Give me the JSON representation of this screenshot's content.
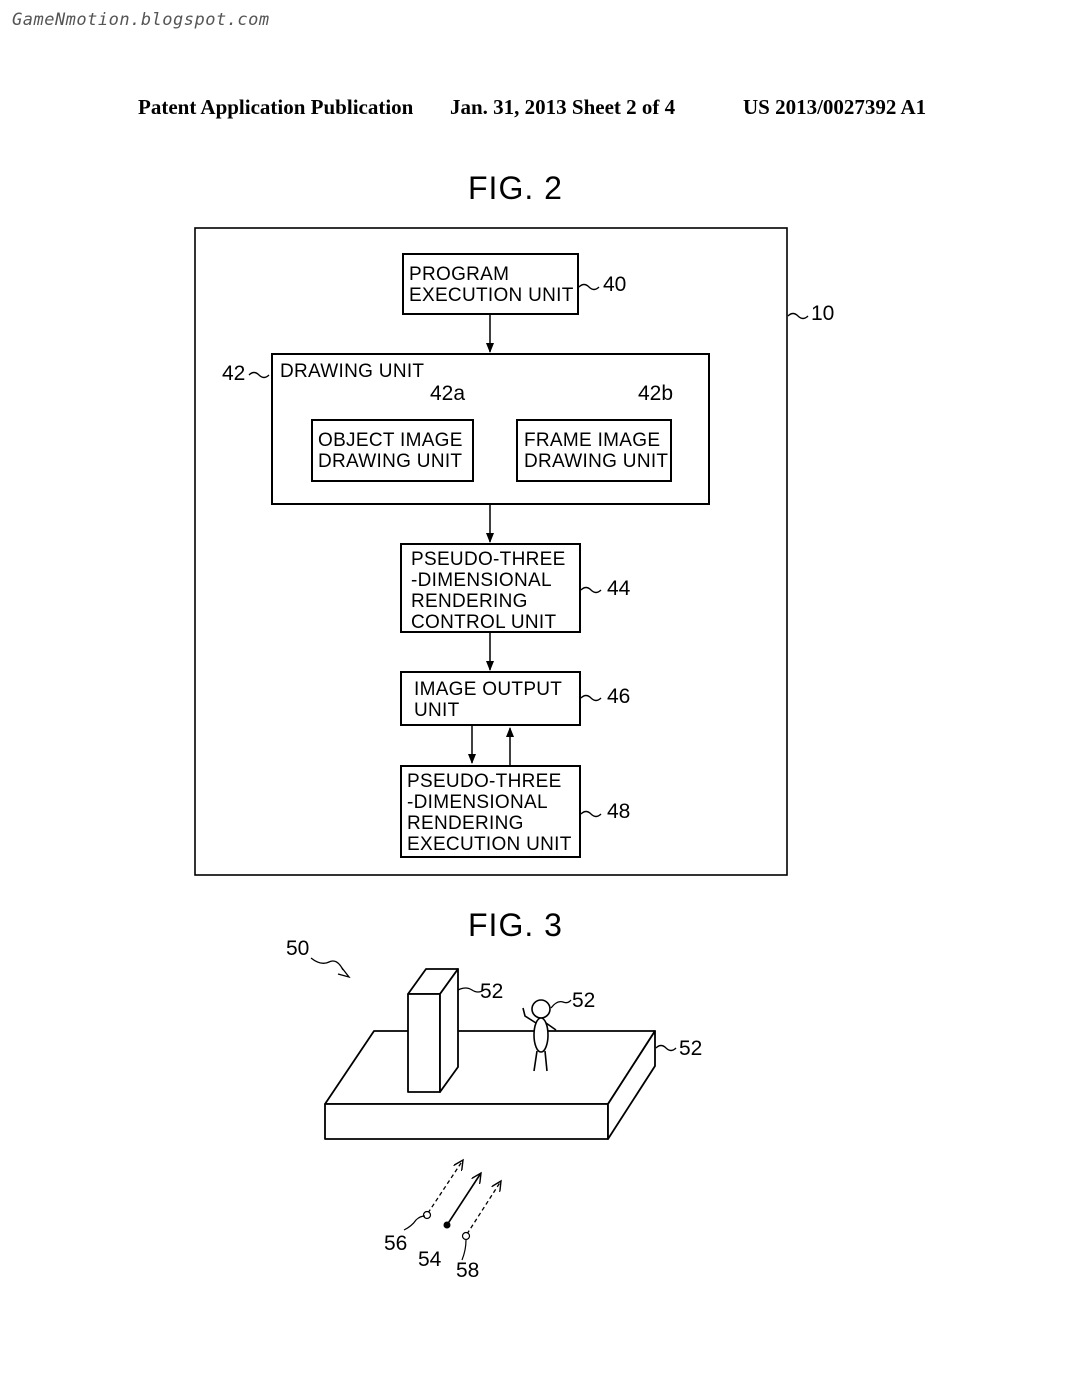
{
  "watermark": "GameNmotion.blogspot.com",
  "header": {
    "left": "Patent Application Publication",
    "middle": "Jan. 31, 2013   Sheet 2 of 4",
    "right": "US 2013/0027392 A1"
  },
  "fig2": {
    "title": "FIG. 2",
    "outer_ref": "10",
    "blocks": {
      "program_execution": {
        "label": "PROGRAM\nEXECUTION UNIT",
        "ref": "40"
      },
      "drawing": {
        "label": "DRAWING UNIT",
        "ref": "42"
      },
      "object_image": {
        "label": "OBJECT IMAGE\nDRAWING UNIT",
        "ref": "42a"
      },
      "frame_image": {
        "label": "FRAME IMAGE\nDRAWING UNIT",
        "ref": "42b"
      },
      "rendering_control": {
        "label": "PSEUDO-THREE\n-DIMENSIONAL\nRENDERING\nCONTROL UNIT",
        "ref": "44"
      },
      "image_output": {
        "label": "IMAGE OUTPUT\nUNIT",
        "ref": "46"
      },
      "rendering_execution": {
        "label": "PSEUDO-THREE\n-DIMENSIONAL\nRENDERING\nEXECUTION UNIT",
        "ref": "48"
      }
    }
  },
  "fig3": {
    "title": "FIG. 3",
    "refs": {
      "space": "50",
      "pillar": "52",
      "character": "52",
      "platform": "52",
      "viewpoint_center": "54",
      "viewpoint_left": "56",
      "viewpoint_right": "58"
    }
  }
}
